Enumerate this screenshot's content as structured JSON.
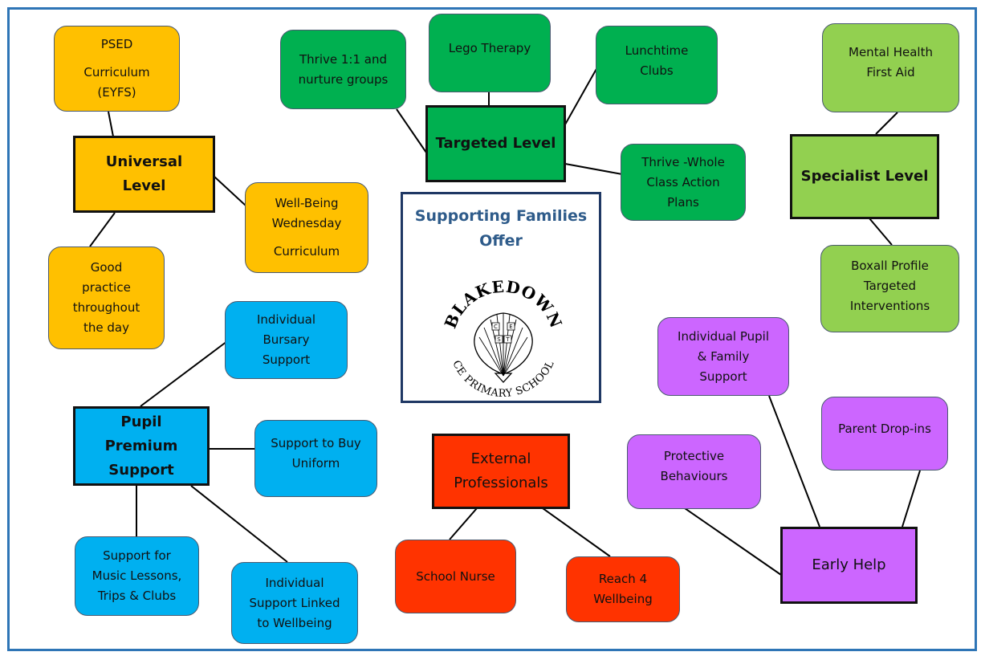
{
  "colors": {
    "frame": "#2e75b6",
    "universal": "#ffc000",
    "targeted": "#00b050",
    "specialist": "#92d050",
    "pupil_premium": "#00b0f0",
    "external": "#ff3300",
    "early_help": "#cc66ff",
    "center_border": "#1f3864",
    "center_title": "#2e5b8a"
  },
  "center": {
    "title_line1": "Supporting Families",
    "title_line2": "Offer",
    "logo": {
      "icon": "scallop-shell-logo",
      "top_text": "BLAKEDOWN",
      "bottom_text": "CE PRIMARY SCHOOL",
      "shell_letters": [
        "C",
        "E",
        "S",
        "T"
      ]
    }
  },
  "universal": {
    "hub": "Universal Level",
    "psed": [
      "PSED",
      "Curriculum",
      "(EYFS)"
    ],
    "wellbeing": [
      "Well-Being",
      "Wednesday",
      "Curriculum"
    ],
    "good_practice": [
      "Good",
      "practice",
      "throughout",
      "the day"
    ]
  },
  "targeted": {
    "hub": "Targeted Level",
    "thrive_groups": [
      "Thrive 1:1 and",
      "nurture groups"
    ],
    "lego": "Lego Therapy",
    "lunchtime": [
      "Lunchtime",
      "Clubs"
    ],
    "thrive_class": [
      "Thrive -Whole",
      "Class Action",
      "Plans"
    ]
  },
  "specialist": {
    "hub": "Specialist Level",
    "mhfa": [
      "Mental Health",
      "First Aid"
    ],
    "boxall": [
      "Boxall Profile",
      "Targeted",
      "Interventions"
    ]
  },
  "pupil_premium": {
    "hub": [
      "Pupil Premium",
      "Support"
    ],
    "bursary": [
      "Individual",
      "Bursary",
      "Support"
    ],
    "uniform": [
      "Support to Buy",
      "Uniform"
    ],
    "music": [
      "Support for",
      "Music Lessons,",
      "Trips & Clubs"
    ],
    "individual": [
      "Individual",
      "Support Linked",
      "to Wellbeing"
    ]
  },
  "external": {
    "hub": [
      "External",
      "Professionals"
    ],
    "nurse": "School Nurse",
    "reach": [
      "Reach 4",
      "Wellbeing"
    ]
  },
  "early_help": {
    "hub": "Early Help",
    "individual_pupil": [
      "Individual Pupil",
      "& Family",
      "Support"
    ],
    "parent_dropins": "Parent Drop-ins",
    "protective": [
      "Protective",
      "Behaviours"
    ]
  }
}
